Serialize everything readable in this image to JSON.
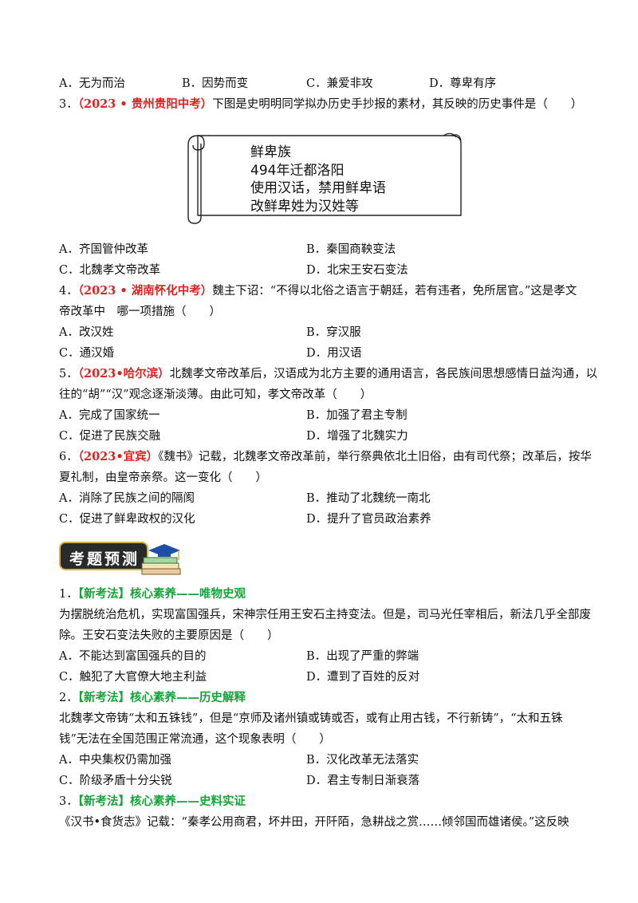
{
  "q2_options": [
    "A．无为而治",
    "B．因势而变",
    "C．兼爱非攻",
    "D．尊卑有序"
  ],
  "q3": {
    "num": "3．",
    "source": "（2023 • 贵州贵阳中考）",
    "stem": "下图是史明明同学拟办历史手抄报的素材，其反映的历史事件是（　　）",
    "scroll_lines": [
      "鲜卑族",
      "494年迁都洛阳",
      "使用汉话，禁用鲜卑语",
      "改鲜卑姓为汉姓等"
    ],
    "options": [
      "A．齐国管仲改革",
      "B．秦国商鞅变法",
      "C．北魏孝文帝改革",
      "D．北宋王安石变法"
    ]
  },
  "q4": {
    "num": "4．",
    "source": "（2023 • 湖南怀化中考）",
    "stem1": "魏主下诏：“不得以北俗之语言于朝廷，若有违者，免所居官。”这是孝文",
    "stem2": "帝改革中　哪一项措施（　　）",
    "options": [
      "A．改汉姓",
      "B．穿汉服",
      "C．通汉婚",
      "D．用汉语"
    ]
  },
  "q5": {
    "num": "5．",
    "source": "（2023•哈尔滨）",
    "stem1": "北魏孝文帝改革后，汉语成为北方主要的通用语言，各民族间思想感情日益沟通，以",
    "stem2": "往的“胡”“汉”观念逐渐淡薄。由此可知，孝文帝改革（　　）",
    "options": [
      "A．完成了国家统一",
      "B．加强了君主专制",
      "C．促进了民族交融",
      "D．增强了北魏实力"
    ]
  },
  "q6": {
    "num": "6．",
    "source": "（2023•宜宾）",
    "stem1": "《魏书》记载，北魏孝文帝改革前，举行祭典依北土旧俗，由有司代祭；改革后，按华",
    "stem2": "夏礼制，由皇帝亲祭。这一变化（　　）",
    "options": [
      "A．消除了民族之间的隔阂",
      "B．推动了北魏统一南北",
      "C．促进了鲜卑政权的汉化",
      "D．提升了官员政治素养"
    ]
  },
  "section_badge": "考题预测",
  "p1": {
    "num": "1．",
    "tag": "【新考法】核心素养——唯物史观",
    "stem1": "为摆脱统治危机，实现富国强兵，宋神宗任用王安石主持变法。但是，司马光任宰相后，新法几乎全部废",
    "stem2": "除。王安石变法失败的主要原因是（　　）",
    "options": [
      "A．不能达到富国强兵的目的",
      "B．出现了严重的弊端",
      "C．触犯了大官僚大地主利益",
      "D．遭到了百姓的反对"
    ]
  },
  "p2": {
    "num": "2．",
    "tag": "【新考法】核心素养——历史解释",
    "stem1": "北魏孝文帝铸“太和五铢钱”，但是“京师及诸州镇或铸或否，或有止用古钱，不行新铸”，“太和五铢",
    "stem2": "钱”无法在全国范围正常流通，这个现象表明（　　）",
    "options": [
      "A．中央集权仍需加强",
      "B．汉化改革无法落实",
      "C．阶级矛盾十分尖锐",
      "D．君主专制日渐衰落"
    ]
  },
  "p3": {
    "num": "3．",
    "tag": "【新考法】核心素养——史料实证",
    "stem1": "《汉书•食货志》记载：“秦孝公用商君，坏井田，开阡陌，急耕战之赏……倾邻国而雄诸侯。”这反映"
  },
  "colors": {
    "red": "#e0201f",
    "green": "#18a33a"
  }
}
